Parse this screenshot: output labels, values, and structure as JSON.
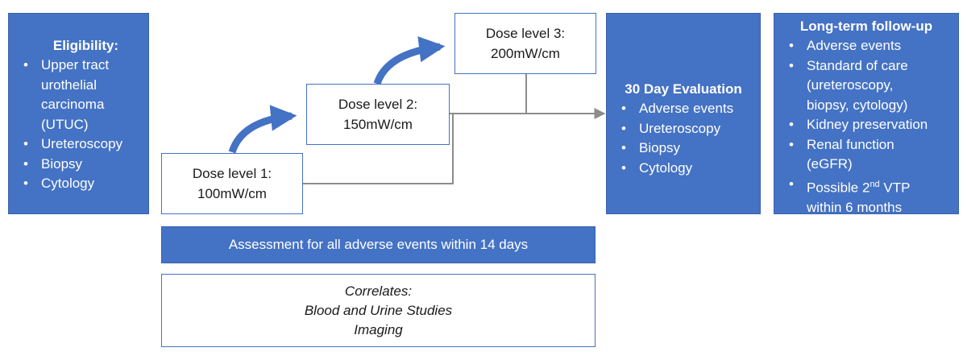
{
  "eligibility": {
    "title": "Eligibility:",
    "items": [
      "Upper tract",
      "urothelial",
      "carcinoma",
      "(UTUC)",
      "Ureteroscopy",
      "Biopsy",
      "Cytology"
    ]
  },
  "dose1": {
    "line1": "Dose level 1:",
    "line2": "100mW/cm"
  },
  "dose2": {
    "line1": "Dose level 2:",
    "line2": "150mW/cm"
  },
  "dose3": {
    "line1": "Dose level 3:",
    "line2": "200mW/cm"
  },
  "evaluation": {
    "title": "30 Day Evaluation",
    "items": [
      "Adverse events",
      "Ureteroscopy",
      "Biopsy",
      "Cytology"
    ]
  },
  "followup": {
    "title": "Long-term follow-up",
    "items": [
      "Adverse events",
      "Standard of care",
      "(ureteroscopy,",
      "biopsy, cytology)",
      "Kidney preservation",
      "Renal function",
      "(eGFR)"
    ],
    "vtp_prefix": "Possible 2",
    "vtp_sup": "nd",
    "vtp_suffix": " VTP",
    "vtp_line2": "within 6 months"
  },
  "assessment": {
    "label": "Assessment for all adverse events within 14 days"
  },
  "correlates": {
    "line1": "Correlates:",
    "line2": "Blood and Urine Studies",
    "line3": "Imaging"
  },
  "colors": {
    "accent": "#4472c4",
    "connector": "#8c8c8c"
  }
}
